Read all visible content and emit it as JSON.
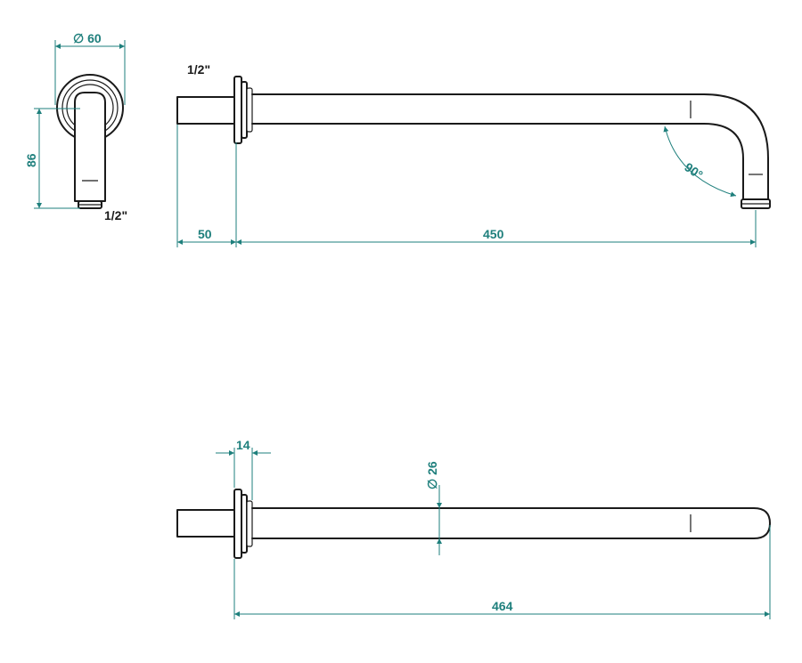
{
  "colors": {
    "dimension": "#1e7f7c",
    "part": "#1a1a1a",
    "background": "#ffffff"
  },
  "side_view": {
    "diameter_label": "∅ 60",
    "height_label": "86",
    "thread_label": "1/2\""
  },
  "front_view": {
    "thread_label": "1/2\"",
    "inlet_length_label": "50",
    "arm_length_label": "450",
    "angle_label": "90°"
  },
  "top_view": {
    "flange_width_label": "14",
    "pipe_diameter_label": "∅ 26",
    "total_length_label": "464"
  }
}
